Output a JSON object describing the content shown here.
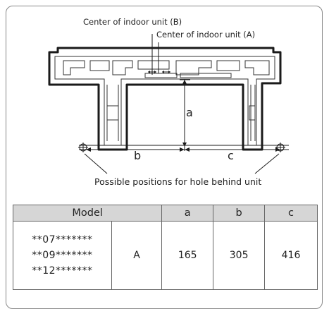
{
  "labels": {
    "center_b": "Center of indoor unit (B)",
    "center_a": "Center of indoor unit (A)",
    "dim_a": "a",
    "dim_b": "b",
    "dim_c": "c",
    "hole_caption": "Possible positions for hole behind unit"
  },
  "table": {
    "headers": [
      "Model",
      "a",
      "b",
      "c"
    ],
    "rows": [
      {
        "models": [
          "**07*******",
          "**09*******",
          "**12*******"
        ],
        "type": "A",
        "a": "165",
        "b": "305",
        "c": "416"
      }
    ]
  }
}
